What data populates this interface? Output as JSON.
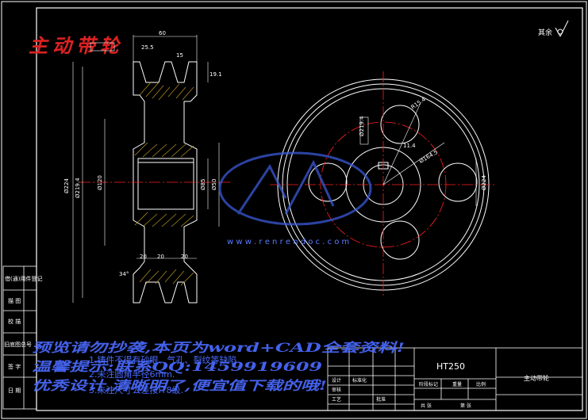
{
  "title_red": "主动带轮",
  "roughness_label": "其余",
  "dimensions": {
    "top_width": "60",
    "groove_pitch": "15",
    "offset_a": "25.5",
    "top_dim_b": "19.1",
    "od": "Ø224",
    "pitch_d": "Ø219.4",
    "bore_dim": "Ø120",
    "hub_d1": "Ø85",
    "hub_d2": "Ø50",
    "bottom_20a": "20",
    "bottom_20b": "20",
    "bottom_20c": "20",
    "ang_left": "34°",
    "key_dim": "11.4",
    "hole_r": "R15.4",
    "pcd": "Ø164.5",
    "dia_right": "Ø219.4",
    "side_dim": "Ø224"
  },
  "watermark": {
    "line1": "预览请勿抄袭,本页为word+CAD全套资料!",
    "line2": "温馨提示:联系QQ:1459919609",
    "line3": "优秀设计,清晰明了,便宜值下载的哦!"
  },
  "tech_notes": {
    "n1": "1.铸件不得有砂眼、气孔、裂纹等缺陷.",
    "n2": "2.未注圆角半径6mm.",
    "n3": "3.未注尺寸公差按IT8级."
  },
  "website": "w w w . r e n r e n d o c . c o m",
  "left_panel": [
    "借(通)用件登记",
    "描 图",
    "校 描",
    "旧底图总号",
    "签 字",
    "日 期"
  ],
  "title_block": {
    "material": "HT250",
    "part_name": "主动带轮",
    "stage_label": "阶段标记",
    "weight_label": "重量",
    "scale_label": "比例",
    "design": "设计",
    "check": "审核",
    "process": "工艺",
    "sign": "标准化",
    "approve": "批准",
    "sheet": "共 张",
    "page": "第 张"
  },
  "colors": {
    "background": "#000000",
    "line_white": "#ffffff",
    "centerline": "#ff2020",
    "dim": "#ffffff",
    "hatch": "#c8a020",
    "watermark": "#4a6aff",
    "title": "#d22"
  }
}
